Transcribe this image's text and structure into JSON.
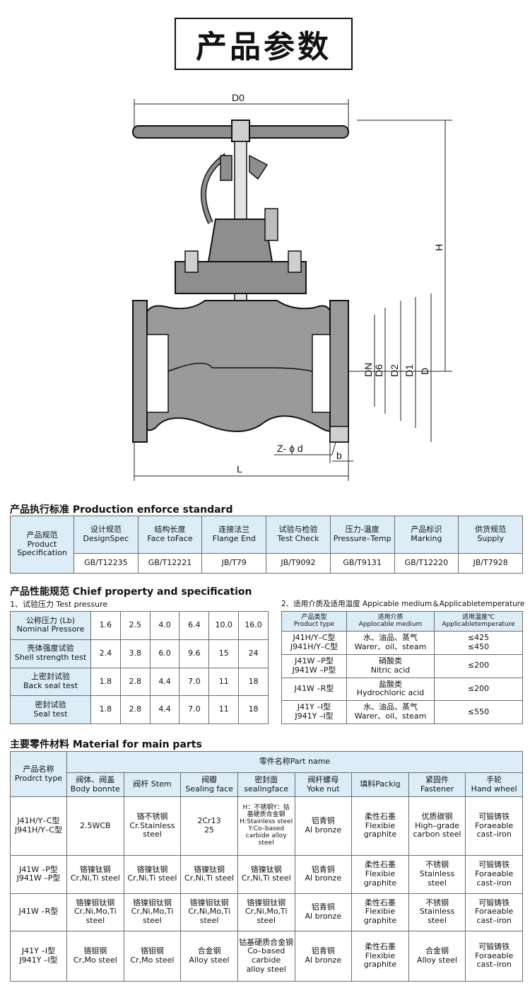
{
  "page_title": "产品参数",
  "drawing": {
    "labels": {
      "d0": "D0",
      "h": "H",
      "dn": "DN",
      "d6": "D6",
      "d2": "D2",
      "d1": "D1",
      "d": "D",
      "zd": "Z- ϕ d",
      "b": "b",
      "l": "L"
    }
  },
  "standard": {
    "heading": "产品执行标准 Production enforce standard",
    "row_header": {
      "cn": "产品规范",
      "en1": "Product",
      "en2": "Specification"
    },
    "columns": [
      {
        "cn": "设计规范",
        "en": "DesignSpec",
        "value": "GB/T12235"
      },
      {
        "cn": "结构长度",
        "en": "Face toFace",
        "value": "GB/T12221"
      },
      {
        "cn": "连接法兰",
        "en": "Flange End",
        "value": "JB/T79"
      },
      {
        "cn": "试验与检验",
        "en": "Test Check",
        "value": "JB/T9092"
      },
      {
        "cn": "压力-温度",
        "en": "Pressure–Temp",
        "value": "GB/T9131"
      },
      {
        "cn": "产品标识",
        "en": "Marking",
        "value": "GB/T12220"
      },
      {
        "cn": "供货规范",
        "en": "Supply",
        "value": "JB/T7928"
      }
    ]
  },
  "performance": {
    "heading": "产品性能规范 Chief property and specification",
    "test_heading": "1、试验压力 Test pressure",
    "medium_heading": "2、适用介质及适用温度 Appicable medium＆Applicabletemperature",
    "pressure_rows": [
      {
        "cn": "公称压力 (Lb)",
        "en": "Nominal Pressore",
        "values": [
          "1.6",
          "2.5",
          "4.0",
          "6.4",
          "10.0",
          "16.0"
        ]
      },
      {
        "cn": "壳体强度试验",
        "en": "Shell strength test",
        "values": [
          "2.4",
          "3.8",
          "6.0",
          "9.6",
          "15",
          "24"
        ]
      },
      {
        "cn": "上密封试验",
        "en": "Back seal test",
        "values": [
          "1.8",
          "2.8",
          "4.4",
          "7.0",
          "11",
          "18"
        ]
      },
      {
        "cn": "密封试验",
        "en": "Seal test",
        "values": [
          "1.8",
          "2.8",
          "4.4",
          "7.0",
          "11",
          "18"
        ]
      }
    ],
    "medium_header": {
      "type_cn": "产品类型",
      "type_en": "Product type",
      "medium_cn": "适用介质",
      "medium_en": "Applocable medium",
      "temp_cn": "适用温度℃",
      "temp_en": "Applicabletemperature"
    },
    "medium_rows": [
      {
        "type1": "J41H/Y–C型",
        "type2": "J941H/Y–C型",
        "medium1": "水、油品、蒸气",
        "medium2": "Warer、oil、steam",
        "temp1": "≤425",
        "temp2": "≤450"
      },
      {
        "type1": "J41W –P型",
        "type2": "J941W –P型",
        "medium1": "硝酸类",
        "medium2": "Nitric  acid",
        "temp1": "≤200",
        "temp2": ""
      },
      {
        "type1": "J41W –R型",
        "type2": "",
        "medium1": "盐酸类",
        "medium2": "Hydrochloric acid",
        "temp1": "≤200",
        "temp2": ""
      },
      {
        "type1": "J41Y –I型",
        "type2": "J941Y –I型",
        "medium1": "水、油品、蒸气",
        "medium2": "Warer、oil、steam",
        "temp1": "≤550",
        "temp2": ""
      }
    ]
  },
  "materials": {
    "heading": "主要零件材料 Material for main parts",
    "type_header": {
      "cn": "产品名称",
      "en": "Prodrct type"
    },
    "part_header": "零件名称Part name",
    "columns": [
      {
        "cn": "阀体、阀盖",
        "en": "Body bonnte"
      },
      {
        "cn": "阀杆 Stem",
        "en": ""
      },
      {
        "cn": "阀瓣",
        "en": "Sealing face"
      },
      {
        "cn": "密封面",
        "en": "sealingface"
      },
      {
        "cn": "阀杆螺母",
        "en": "Yoke nut"
      },
      {
        "cn": "填料Packig",
        "en": ""
      },
      {
        "cn": "紧固件",
        "en": "Fastener"
      },
      {
        "cn": "手轮",
        "en": "Hand wheel"
      }
    ],
    "rows": [
      {
        "type1": "J41H/Y–C型",
        "type2": "J941H/Y–C型",
        "cells": [
          [
            "2.5WCB"
          ],
          [
            "铬不锈钢",
            "Cr.Stainless",
            "steel"
          ],
          [
            "2Cr13",
            "25"
          ],
          [
            "H：不锈钢Y：钴",
            "基硬质合金钢",
            "H:Stainless steel",
            "Y:Co–based",
            "carbide alloy steel"
          ],
          [
            "铝青铜",
            "Al bronze"
          ],
          [
            "柔性石墨",
            "Flexibie",
            "graphite"
          ],
          [
            "优质碳钢",
            "High–grade",
            "carbon steel"
          ],
          [
            "可锻铸铁",
            "Foraeable",
            "cast–iron"
          ]
        ]
      },
      {
        "type1": "J41W –P型",
        "type2": "J941W –P型",
        "cells": [
          [
            "铬镍钛钢",
            "Cr,Ni,Ti steel"
          ],
          [
            "铬镍钛钢",
            "Cr,Ni,Ti steel"
          ],
          [
            "铬镍钛钢",
            "Cr,Ni,Ti steel"
          ],
          [
            "铬镍钛钢",
            "Cr,Ni,Ti steel"
          ],
          [
            "铝青铜",
            "Al bronze"
          ],
          [
            "柔性石墨",
            "Flexibie",
            "graphite"
          ],
          [
            "不锈钢",
            "Stainless",
            "steel"
          ],
          [
            "可锻铸铁",
            "Foraeable",
            "cast–iron"
          ]
        ]
      },
      {
        "type1": "J41W –R型",
        "type2": "",
        "cells": [
          [
            "铬镍钼钛钢",
            "Cr,Ni,Mo,Ti",
            "steel"
          ],
          [
            "铬镍钼钛钢",
            "Cr,Ni,Mo,Ti",
            "steel"
          ],
          [
            "铬镍钼钛钢",
            "Cr,Ni,Mo,Ti",
            "steel"
          ],
          [
            "铬镍钼钛钢",
            "Cr,Ni,Mo,Ti",
            "steel"
          ],
          [
            "铝青铜",
            "Al bronze"
          ],
          [
            "柔性石墨",
            "Flexibie",
            "graphite"
          ],
          [
            "不锈钢",
            "Stainless",
            "steel"
          ],
          [
            "可锻铸铁",
            "Foraeable",
            "cast–iron"
          ]
        ]
      },
      {
        "type1": "J41Y –I型",
        "type2": "J941Y –I型",
        "cells": [
          [
            "铬钼钢",
            "Cr,Mo steel"
          ],
          [
            "铬钼钢",
            "Cr,Mo steel"
          ],
          [
            "合金钢",
            "Alloy steel"
          ],
          [
            "钴基硬质合金钢",
            "Co–based",
            "carbide",
            "alloy steel"
          ],
          [
            "铝青铜",
            "Al bronze"
          ],
          [
            "柔性石墨",
            "Flexibie",
            "graphite"
          ],
          [
            "合金钢",
            "Alloy steel"
          ],
          [
            "可锻铸铁",
            "Foraeable",
            "cast–iron"
          ]
        ]
      }
    ]
  }
}
